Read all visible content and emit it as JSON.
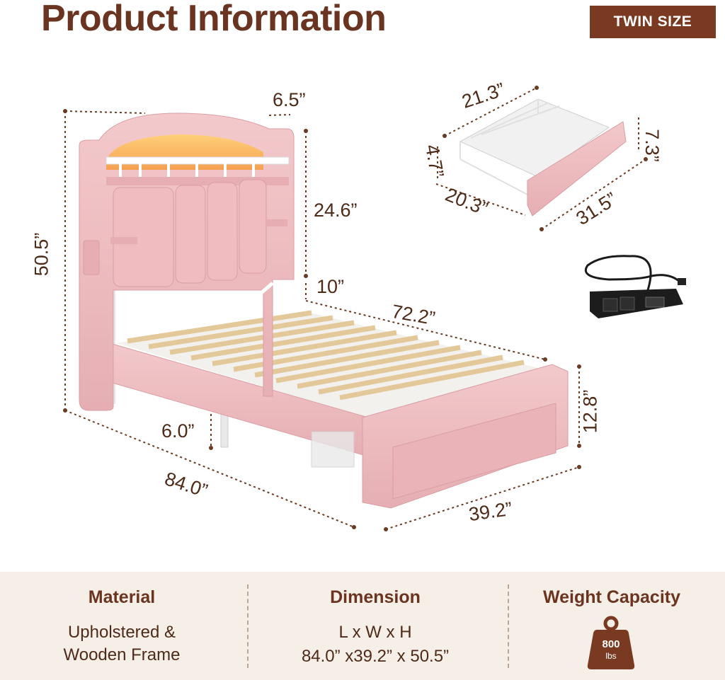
{
  "header": {
    "title": "Product Information",
    "badge": "TWIN SIZE"
  },
  "dimensions": {
    "headboard_depth": "6.5”",
    "headboard_height": "50.5”",
    "headboard_upper": "24.6”",
    "bed_side_height": "10”",
    "rail_length": "72.2”",
    "ground_clearance": "6.0”",
    "total_length": "84.0”",
    "total_width": "39.2”",
    "footboard_height": "12.8”"
  },
  "drawer": {
    "width": "21.3”",
    "height": "4.7”",
    "depth": "20.3”",
    "front_length": "31.5”",
    "front_height": "7.3”"
  },
  "info": {
    "material": {
      "heading": "Material",
      "line1": "Upholstered &",
      "line2": "Wooden Frame"
    },
    "dimension": {
      "heading": "Dimension",
      "line1": "L x W x H",
      "line2": "84.0” x39.2” x 50.5”"
    },
    "weight": {
      "heading": "Weight Capacity",
      "value": "800",
      "unit": "lbs"
    }
  },
  "colors": {
    "accent": "#7a3a22",
    "bed_pink": "#eebdc0",
    "band_bg": "#f5efe7"
  }
}
